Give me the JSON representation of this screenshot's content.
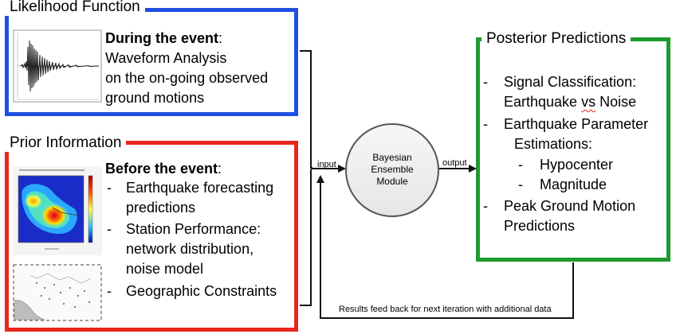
{
  "likelihood": {
    "title": "Likelihood Function",
    "heading": "During the event",
    "heading_suffix": ":",
    "lines": [
      "Waveform Analysis",
      "on the on-going observed",
      "ground motions"
    ]
  },
  "prior": {
    "title": "Prior Information",
    "heading": "Before the event",
    "heading_suffix": ":",
    "items": [
      {
        "bullet": "-",
        "lines": [
          "Earthquake forecasting",
          "predictions"
        ]
      },
      {
        "bullet": "-",
        "lines": [
          "Station Performance:",
          "network distribution,",
          "noise model"
        ]
      },
      {
        "bullet": "-",
        "lines": [
          "Geographic Constraints"
        ]
      }
    ]
  },
  "module": {
    "label": "Bayesian\nEnsemble\nModule",
    "input_label": "input",
    "output_label": "output"
  },
  "posterior": {
    "title": "Posterior Predictions",
    "item1": {
      "bullet": "-",
      "line1": "Signal Classification:",
      "line2_word": "Earthquake",
      "line2_vs": "vs",
      "line2_end": "Noise"
    },
    "item2": {
      "bullet": "-",
      "lines": [
        "Earthquake Parameter",
        "Estimations:"
      ]
    },
    "sub_items": [
      {
        "bullet": "-",
        "label": "Hypocenter"
      },
      {
        "bullet": "-",
        "label": "Magnitude"
      }
    ],
    "item3": {
      "bullet": "-",
      "lines": [
        "Peak Ground Motion",
        "Predictions"
      ]
    }
  },
  "feedback_label": "Results feed back for next iteration with additional data",
  "colors": {
    "likelihood": "#1f4fe0",
    "prior": "#e8261c",
    "posterior": "#1e9a2e",
    "connector": "#111111"
  },
  "icons": {
    "waveform": "waveform-plot-icon",
    "forecast": "forecast-heatmap-icon",
    "geography": "geographic-map-icon"
  }
}
